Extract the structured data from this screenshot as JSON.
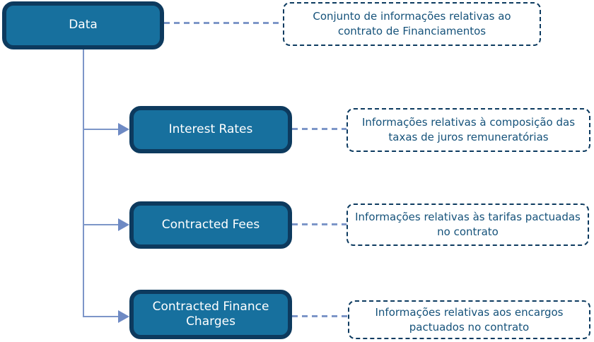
{
  "colors": {
    "node-fill": "#17709e",
    "node-border": "#0d3a5e",
    "note-border": "#0d3b60",
    "note-text": "#15527a",
    "connector": "#7d96c8",
    "arrow": "#6e8ac4"
  },
  "diagram": {
    "root": {
      "label": "Data",
      "note": "Conjunto de informações relativas ao contrato de Financiamentos"
    },
    "children": [
      {
        "label": "Interest Rates",
        "note": "Informações relativas à composição das taxas de juros remuneratórias"
      },
      {
        "label": "Contracted Fees",
        "note": "Informações relativas às tarifas pactuadas no contrato"
      },
      {
        "label": "Contracted Finance Charges",
        "note": "Informações relativas aos encargos pactuados no contrato"
      }
    ]
  }
}
